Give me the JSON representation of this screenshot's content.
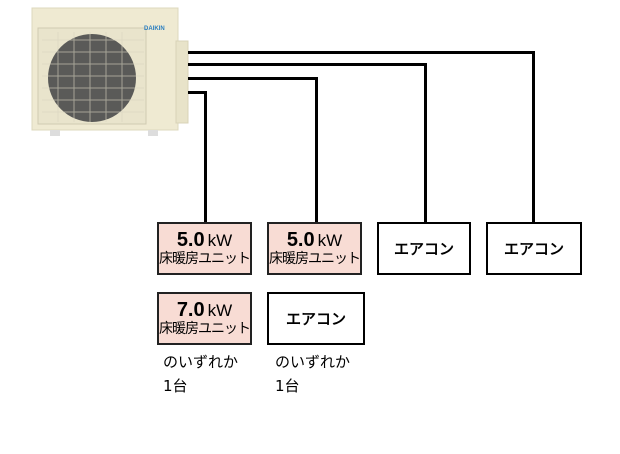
{
  "unit": {
    "brand": "DAIKIN"
  },
  "boxes": [
    {
      "value": "5.0",
      "unit": "kW",
      "label": "床暖房ユニット"
    },
    {
      "value": "5.0",
      "unit": "kW",
      "label": "床暖房ユニット"
    },
    {
      "label": "エアコン"
    },
    {
      "label": "エアコン"
    },
    {
      "value": "7.0",
      "unit": "kW",
      "label": "床暖房ユニット"
    },
    {
      "label": "エアコン"
    }
  ],
  "notes": [
    {
      "line1": "のいずれか",
      "line2": "1台"
    },
    {
      "line1": "のいずれか",
      "line2": "1台"
    }
  ],
  "colors": {
    "pink": "#f8dcd4",
    "unit": "#efead2"
  }
}
